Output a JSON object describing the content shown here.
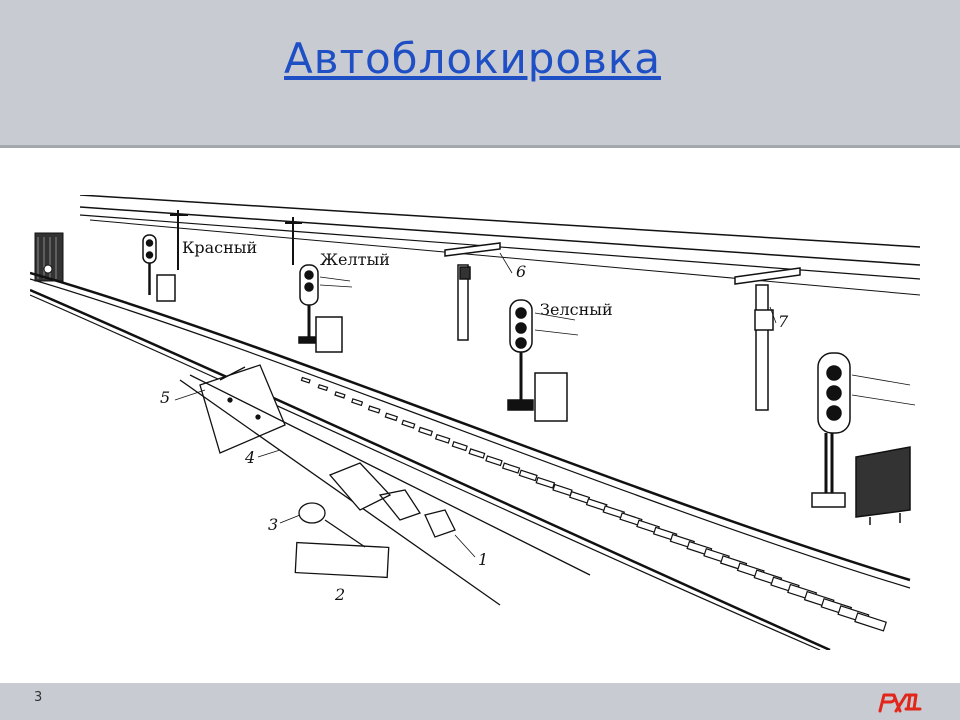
{
  "slide": {
    "title": "Автоблокировка",
    "page_number": "3"
  },
  "diagram": {
    "signal_labels": {
      "red": "Красный",
      "yellow": "Желтый",
      "green": "Зелсный"
    },
    "callouts": [
      "1",
      "2",
      "3",
      "4",
      "5",
      "6",
      "7"
    ]
  },
  "logo": {
    "color": "#e2261c"
  }
}
